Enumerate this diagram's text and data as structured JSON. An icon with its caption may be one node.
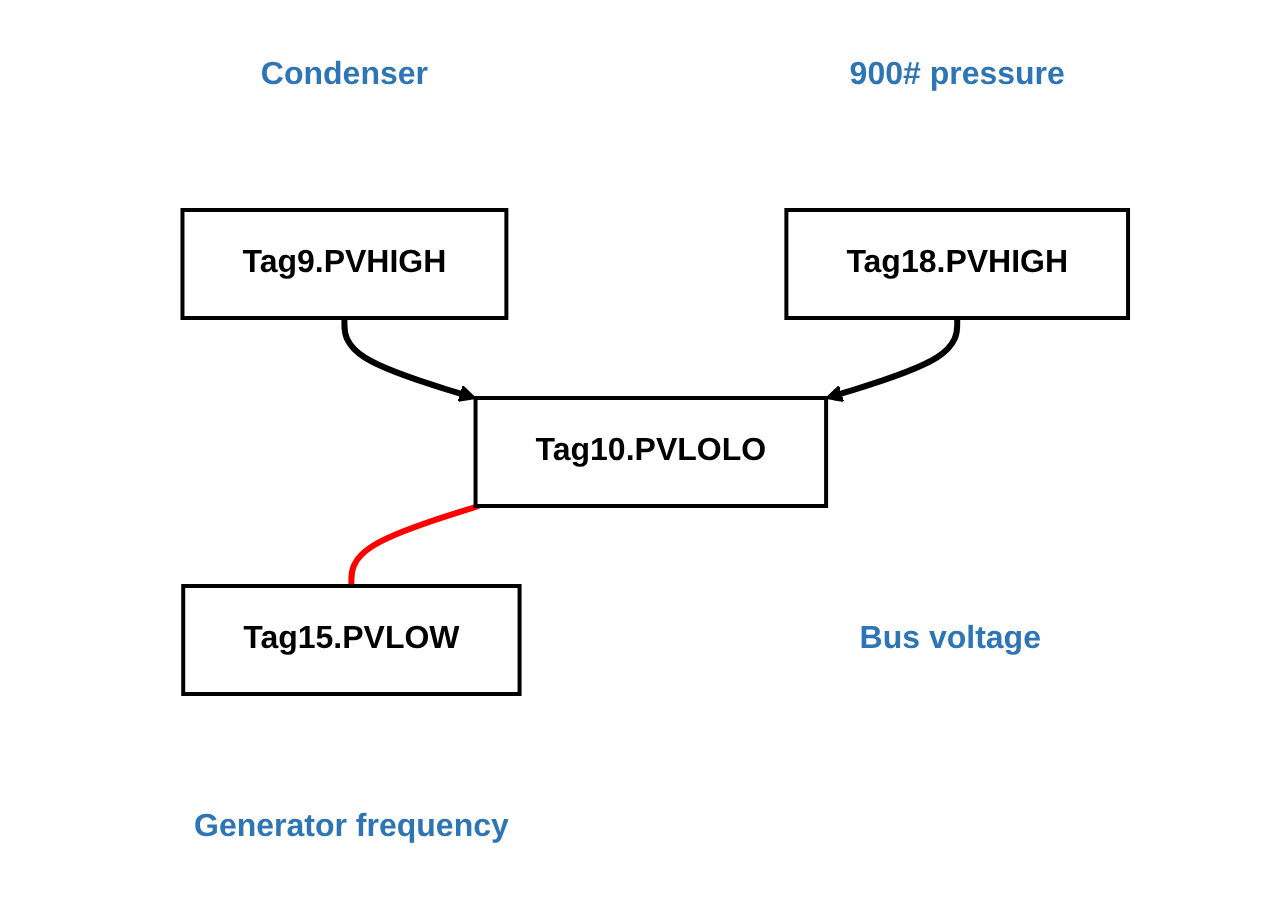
{
  "diagram": {
    "nodes": [
      {
        "text": [
          "Tag9.PVHIGH"
        ],
        "beside": [
          "Condenser"
        ]
      },
      {
        "text": [
          "Tag18.PVHIGH"
        ],
        "beside": [
          "900# pressure"
        ]
      },
      {
        "text": [
          "Tag10.PVLOLO"
        ],
        "beside": [
          "Bus voltage"
        ]
      },
      {
        "text": [
          "Tag15.PVLOW"
        ],
        "beside": [
          "Generator frequency"
        ]
      }
    ],
    "edges": [
      {
        "from": 0,
        "to": 2,
        "arrow": "to"
      },
      {
        "from": 1,
        "to": 2,
        "arrow": "to"
      },
      {
        "from": 2,
        "to": 3,
        "arrow": "none",
        "color": "#ff0000"
      }
    ]
  }
}
